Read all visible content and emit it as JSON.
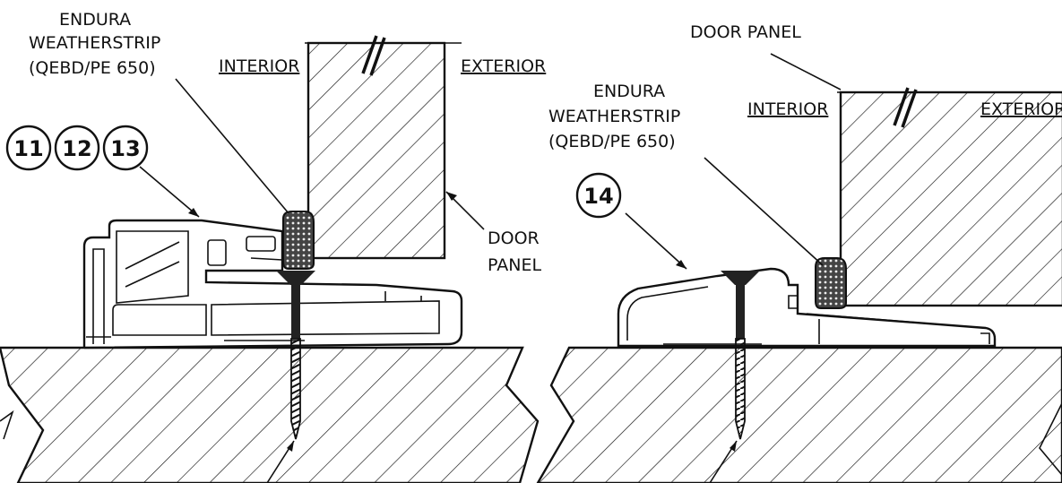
{
  "left_detail": {
    "weatherstrip_label": [
      "ENDURA",
      "WEATHERSTRIP",
      "(QEBD/PE 650)"
    ],
    "interior_label": "INTERIOR",
    "exterior_label": "EXTERIOR",
    "door_panel_label": [
      "DOOR",
      "PANEL"
    ],
    "callouts": [
      "11",
      "12",
      "13"
    ]
  },
  "right_detail": {
    "door_panel_label": "DOOR PANEL",
    "weatherstrip_label": [
      "ENDURA",
      "WEATHERSTRIP",
      "(QEBD/PE 650)"
    ],
    "interior_label": "INTERIOR",
    "exterior_label": "EXTERIOR",
    "callouts": [
      "14"
    ]
  }
}
